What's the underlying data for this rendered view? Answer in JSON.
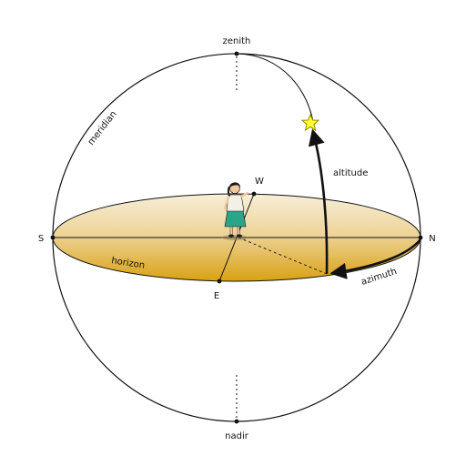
{
  "labels": {
    "zenith": "zenith",
    "nadir": "nadir",
    "meridian": "meridian",
    "altitude": "altitude",
    "azimuth": "azimuth",
    "horizon": "horizon",
    "north": "N",
    "south": "S",
    "east": "E",
    "west": "W"
  },
  "colors": {
    "outline": "#111111",
    "horizon_light": "#f7efd9",
    "horizon_dark": "#d9a213",
    "star_fill": "#ffff33",
    "star_stroke": "#9a8a00",
    "observer_skirt": "#2aa58a",
    "observer_shirt": "#f3f0e6",
    "observer_skin": "#f2c79a",
    "observer_hair": "#1a1a1a"
  },
  "icons": {
    "star": "star-icon",
    "observer": "observer-figure"
  }
}
